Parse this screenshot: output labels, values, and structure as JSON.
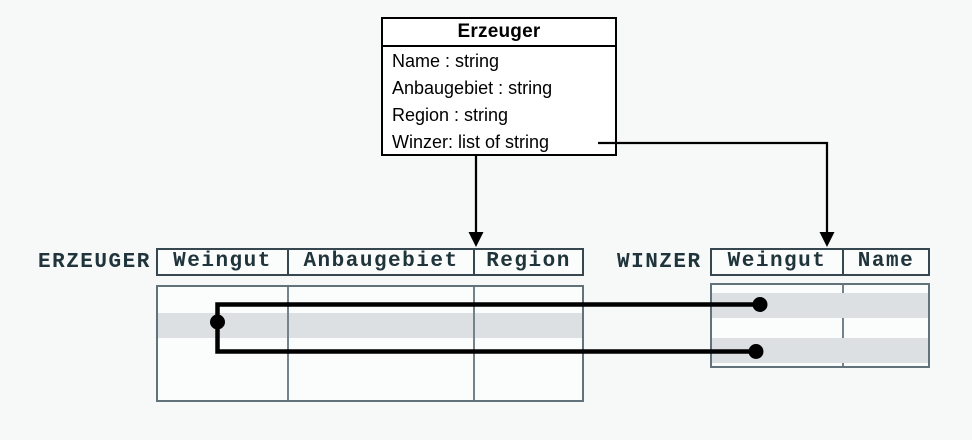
{
  "diagram": {
    "class_box": {
      "title": "Erzeuger",
      "attributes": [
        "Name : string",
        "Anbaugebiet : string",
        "Region : string",
        "Winzer: list of string"
      ]
    },
    "tables": {
      "erzeuger": {
        "label": "ERZEUGER",
        "columns": [
          "Weingut",
          "Anbaugebiet",
          "Region"
        ],
        "shaded_row_index": 2,
        "row_count": 4
      },
      "winzer": {
        "label": "WINZER",
        "columns": [
          "Weingut",
          "Name"
        ],
        "shaded_row_indices": [
          1,
          3
        ],
        "row_count": 4
      }
    },
    "relations": {
      "description_visible_as": "thick black line with dots linking one ERZEUGER row to two WINZER rows; arrows map class to tables"
    },
    "colors": {
      "background": "#f7f8f8",
      "class_box_border": "#000000",
      "table_header_border": "#37474f",
      "table_body_border": "#62727a",
      "column_divider": "#74838b",
      "row_highlight": "#dde0e3",
      "mono_text": "#20343b",
      "link_line": "#000000"
    }
  }
}
